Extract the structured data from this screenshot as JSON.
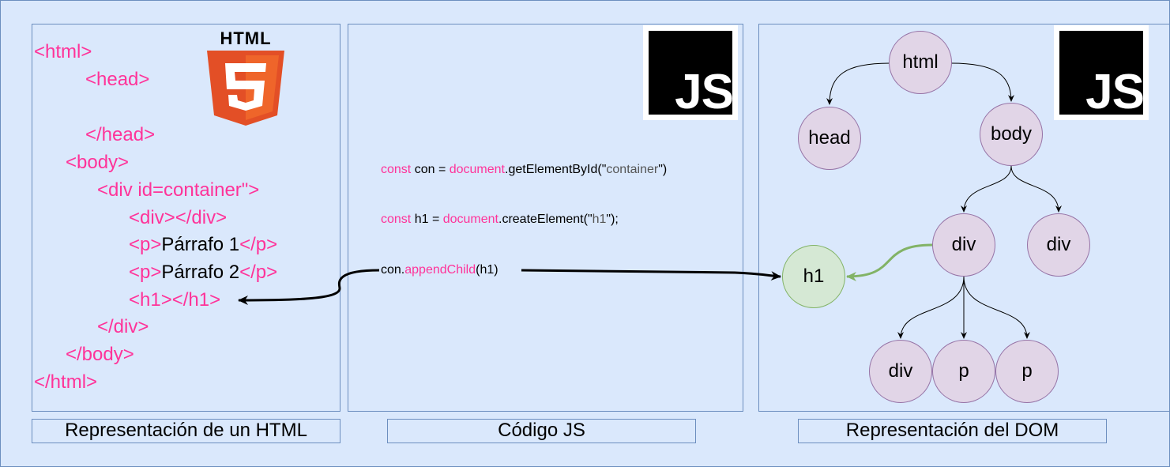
{
  "captions": {
    "html": "Representación de un HTML",
    "js": "Código JS",
    "dom": "Representación del DOM"
  },
  "html_logo": {
    "text": "HTML",
    "number": "5",
    "colors": {
      "primary": "#e34f26",
      "secondary": "#ef652a"
    }
  },
  "js_logo": {
    "text": "JS"
  },
  "html_code": [
    {
      "tag": "<html>",
      "text": ""
    },
    {
      "tag": "<head>",
      "text": ""
    },
    {
      "tag": "</head>",
      "text": ""
    },
    {
      "tag": "<body>",
      "text": ""
    },
    {
      "tag": "<div id=container\">",
      "text": ""
    },
    {
      "tag": "<div></div>",
      "text": ""
    },
    {
      "tag_open": "<p>",
      "text": "Párrafo 1",
      "tag_close": "</p>"
    },
    {
      "tag_open": "<p>",
      "text": "Párrafo 2",
      "tag_close": "</p>"
    },
    {
      "tag": "<h1></h1>",
      "text": ""
    },
    {
      "tag": "</div>",
      "text": ""
    },
    {
      "tag": "</body>",
      "text": ""
    },
    {
      "tag": "</html>",
      "text": ""
    }
  ],
  "js_code": {
    "line1": {
      "kw1": "const",
      "a": " con = ",
      "kw2": "document",
      "b": ".getElementById(\"",
      "s": "container",
      "c": "\")"
    },
    "line2": {
      "kw1": "const",
      "a": " h1 = ",
      "kw2": "document",
      "b": ".createElement(\"",
      "s": "h1",
      "c": "\");"
    },
    "line3": {
      "a": "con.",
      "kw": "appendChild",
      "b": "(h1)"
    }
  },
  "dom_nodes": {
    "html": "html",
    "head": "head",
    "body": "body",
    "div_container": "div",
    "div_sibling": "div",
    "h1": "h1",
    "div_child": "div",
    "p1": "p",
    "p2": "p"
  },
  "colors": {
    "background": "#dae8fc",
    "border": "#6c8ebf",
    "tag_pink": "#ff3399",
    "node_fill": "#e1d5e7",
    "node_border": "#9673a6",
    "new_node_fill": "#d5e8d4",
    "new_node_border": "#82b366",
    "new_edge": "#82b366"
  }
}
